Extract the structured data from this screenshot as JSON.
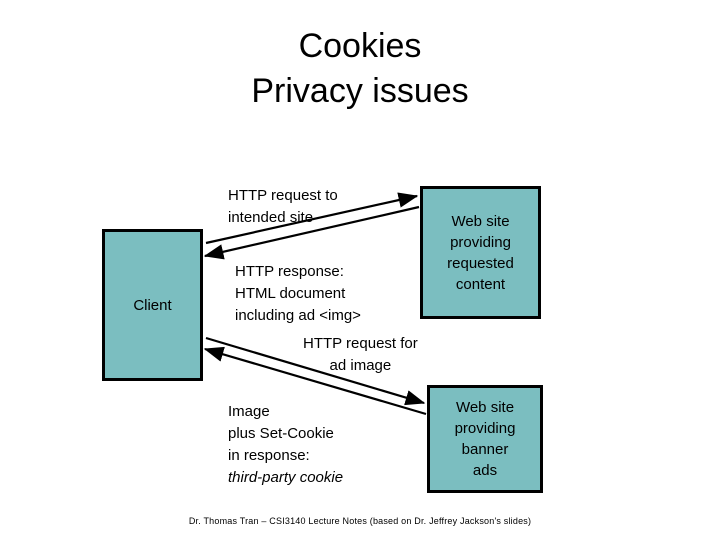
{
  "slide": {
    "title": {
      "line1": "Cookies",
      "line2": "Privacy issues"
    },
    "footer": "Dr. Thomas Tran – CSI3140 Lecture Notes (based on Dr. Jeffrey Jackson's slides)"
  },
  "colors": {
    "box_fill": "#7bbec0",
    "box_border": "#000000",
    "text": "#000000",
    "background": "#ffffff"
  },
  "diagram": {
    "nodes": [
      {
        "id": "client",
        "label": "Client"
      },
      {
        "id": "content-site",
        "label": "Web site\nproviding\nrequested\ncontent"
      },
      {
        "id": "banner-site",
        "label": "Web site\nproviding\nbanner\nads"
      }
    ],
    "edges": [
      {
        "id": "request-intended",
        "label": "HTTP request to\nintended site",
        "from": "client",
        "to": "content-site",
        "direction": "right"
      },
      {
        "id": "http-response",
        "label": "HTTP response:\nHTML document\nincluding ad <img>",
        "from": "content-site",
        "to": "client",
        "direction": "left"
      },
      {
        "id": "request-ad",
        "label": "HTTP request for\nad image",
        "from": "client",
        "to": "banner-site",
        "direction": "right"
      },
      {
        "id": "image-setcookie",
        "label": "Image\nplus Set-Cookie\nin response:",
        "emphasis": "third-party cookie",
        "from": "banner-site",
        "to": "client",
        "direction": "left"
      }
    ]
  }
}
